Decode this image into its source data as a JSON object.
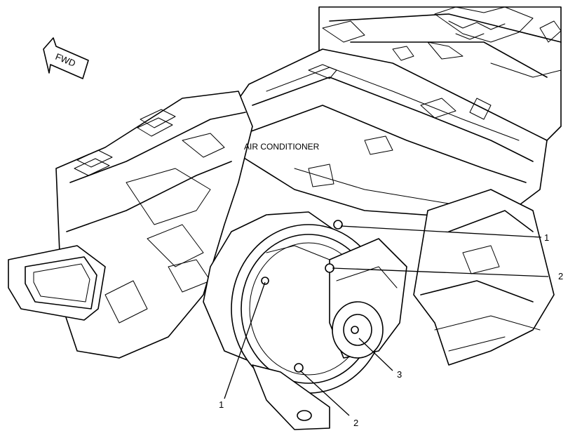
{
  "diagram": {
    "title": "AIR CONDITIONER",
    "direction_label": "FWD",
    "callouts": [
      {
        "id": "callout-1-upper",
        "text": "1"
      },
      {
        "id": "callout-2-upper",
        "text": "2"
      },
      {
        "id": "callout-3",
        "text": "3"
      },
      {
        "id": "callout-1-lower",
        "text": "1"
      },
      {
        "id": "callout-2-lower",
        "text": "2"
      }
    ]
  }
}
